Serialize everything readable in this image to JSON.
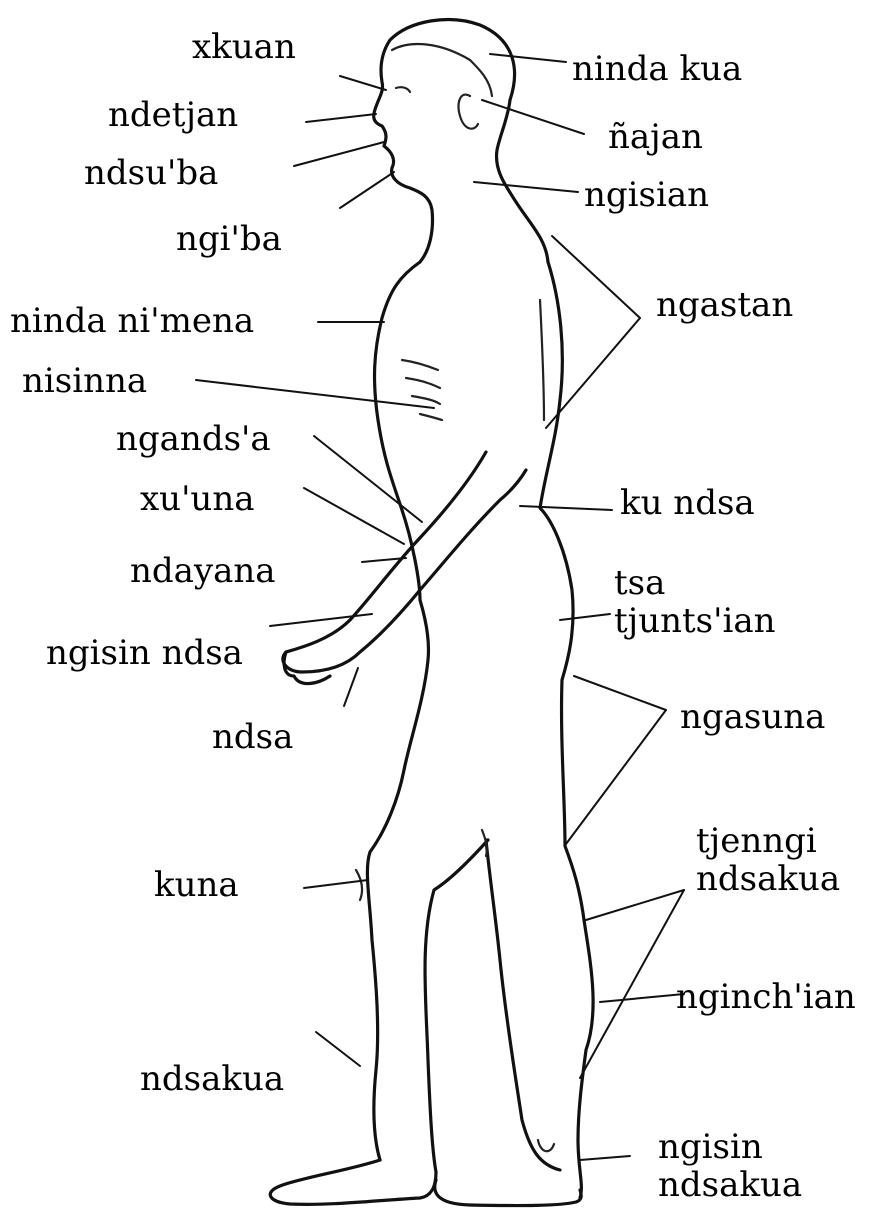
{
  "labels": {
    "xkuan": "xkuan",
    "ndetjan": "ndetjan",
    "ndsuba": "ndsu'ba",
    "ngiba": "ngi'ba",
    "ninda_nimena": "ninda ni'mena",
    "nisinna": "nisinna",
    "ngandsa": "ngands'a",
    "xuuna": "xu'una",
    "ndayana": "ndayana",
    "ngisin_ndsa": "ngisin ndsa",
    "ndsa": "ndsa",
    "kuna": "kuna",
    "ndsakua": "ndsakua",
    "ninda_kua": "ninda kua",
    "najan": "ñajan",
    "ngisian": "ngisian",
    "ngastan": "ngastan",
    "ku_ndsa": "ku ndsa",
    "tsa_tjuntsian": "tsa\ntjunts'ian",
    "ngasuna": "ngasuna",
    "tjenngi_ndsakua": "tjenngi\nndsakua",
    "nginchian": "nginch'ian",
    "ngisin_ndsakua": "ngisin\nndsakua"
  }
}
